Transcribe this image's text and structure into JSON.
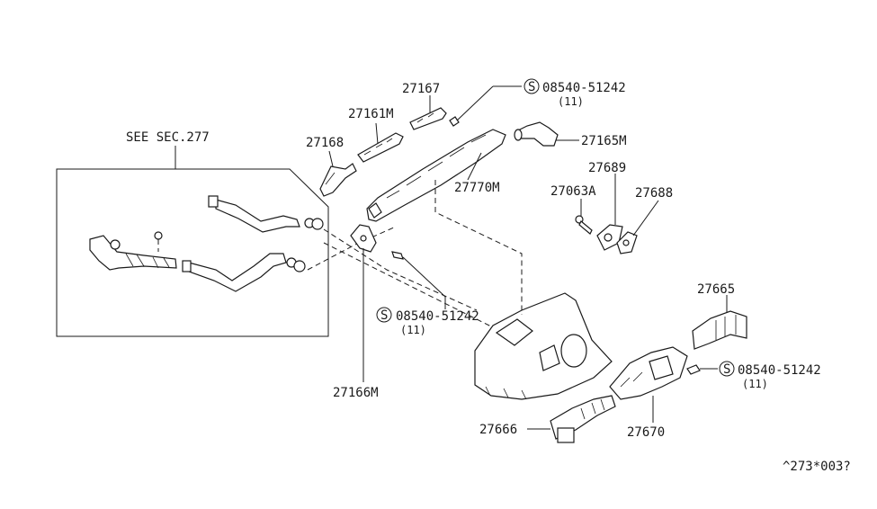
{
  "section_ref": "SEE SEC.277",
  "callouts": [
    {
      "id": "27167",
      "label": "27167"
    },
    {
      "id": "27161M",
      "label": "27161M"
    },
    {
      "id": "27168",
      "label": "27168"
    },
    {
      "id": "27165M",
      "label": "27165M"
    },
    {
      "id": "27770M",
      "label": "27770M"
    },
    {
      "id": "27689",
      "label": "27689"
    },
    {
      "id": "27063A",
      "label": "27063A"
    },
    {
      "id": "27688",
      "label": "27688"
    },
    {
      "id": "27665",
      "label": "27665"
    },
    {
      "id": "27166M",
      "label": "27166M"
    },
    {
      "id": "27666",
      "label": "27666"
    },
    {
      "id": "27670",
      "label": "27670"
    }
  ],
  "screws": [
    {
      "symbol": "S",
      "part": "08540-51242",
      "qty": "(11)"
    },
    {
      "symbol": "S",
      "part": "08540-51242",
      "qty": "(11)"
    },
    {
      "symbol": "S",
      "part": "08540-51242",
      "qty": "(11)"
    }
  ],
  "figure_code": "^273*003?"
}
